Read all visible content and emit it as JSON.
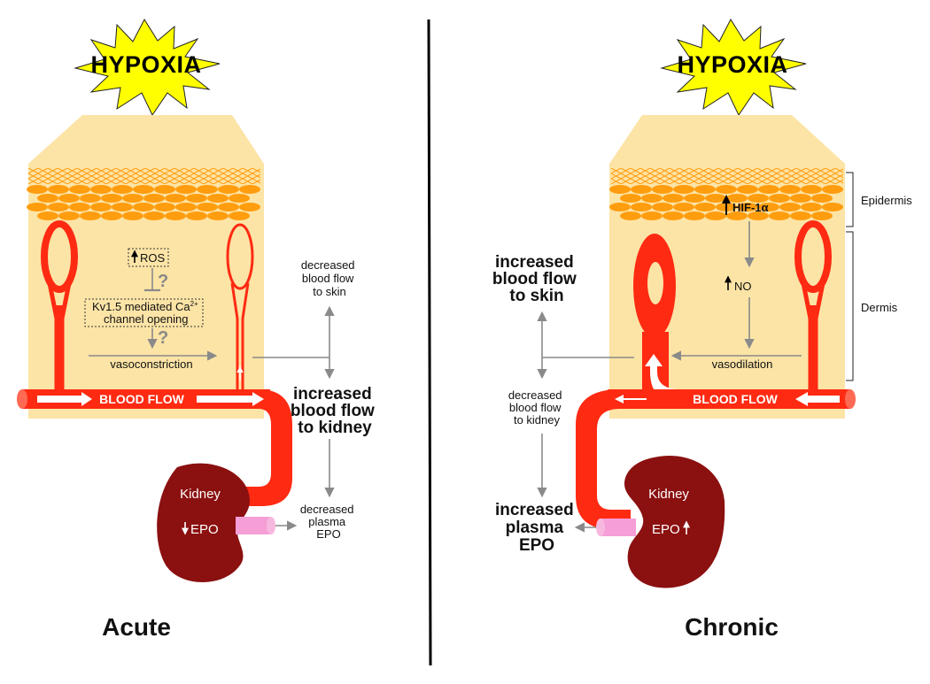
{
  "acute": {
    "hypoxia_label": "HYPOXIA",
    "ros_label": "ROS",
    "kv_line1": "Kv1.5 mediated Ca",
    "kv_sup": "2+",
    "kv_line2": "channel opening",
    "question_mark_1": "?",
    "question_mark_2": "?",
    "vasoconstriction_label": "vasoconstriction",
    "blood_flow_label": "BLOOD FLOW",
    "skin_effect": [
      "decreased",
      "blood flow",
      "to skin"
    ],
    "kidney_effect": [
      "increased",
      "blood flow",
      "to kidney"
    ],
    "kidney_label": "Kidney",
    "epo_label": "EPO",
    "plasma_effect": [
      "decreased",
      "plasma",
      "EPO"
    ],
    "panel_title": "Acute"
  },
  "chronic": {
    "hypoxia_label": "HYPOXIA",
    "hif_label": "HIF-1α",
    "no_label": "NO",
    "vasodilation_label": "vasodilation",
    "blood_flow_label": "BLOOD FLOW",
    "skin_effect": [
      "increased",
      "blood flow",
      "to skin"
    ],
    "kidney_effect": [
      "decreased",
      "blood flow",
      "to kidney"
    ],
    "kidney_label": "Kidney",
    "epo_label": "EPO",
    "plasma_effect": [
      "increased",
      "plasma",
      "EPO"
    ],
    "panel_title": "Chronic",
    "layer_labels": {
      "epidermis": "Epidermis",
      "dermis": "Dermis"
    }
  },
  "colors": {
    "skin": "#fce4a6",
    "cells": "#ff9d0f",
    "vessel": "#ff2a12",
    "kidney": "#8b1010",
    "plasma_tube": "#f59fd6",
    "starburst": "#ffff00",
    "arrow_gray": "#8a8a8a"
  },
  "icons": {
    "starburst": "starburst-icon",
    "up_arrow": "up-arrow-icon",
    "down_arrow": "down-arrow-icon",
    "inhibition": "inhibition-bar-icon"
  }
}
